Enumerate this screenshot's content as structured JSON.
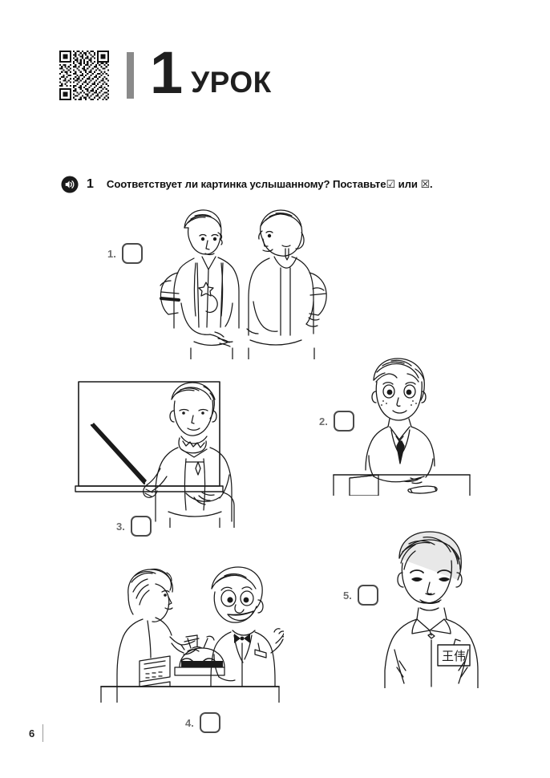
{
  "header": {
    "qr_code_label": "qr-code",
    "lesson_number": "1",
    "lesson_word": "УРОК"
  },
  "task": {
    "audio_icon": "speaker-icon",
    "number": "1",
    "text_before": "Соответствует ли картинка услышанному? Поставьте",
    "symbol_check": "☑",
    "conjunction": "или",
    "symbol_cross": "☒",
    "period": "."
  },
  "items": [
    {
      "id": "1",
      "label": "1.",
      "checkbox_state": "empty",
      "illustration": "two-boys-with-backpacks-shaking-hands"
    },
    {
      "id": "2",
      "label": "2.",
      "checkbox_state": "empty",
      "illustration": "boy-in-suit-at-desk-with-notebook-and-pen"
    },
    {
      "id": "3",
      "label": "3.",
      "checkbox_state": "empty",
      "illustration": "teacher-at-blackboard-with-pointer"
    },
    {
      "id": "4",
      "label": "4.",
      "checkbox_state": "empty",
      "illustration": "woman-and-shop-assistant-with-cake-at-counter"
    },
    {
      "id": "5",
      "label": "5.",
      "checkbox_state": "empty",
      "illustration": "boy-with-name-badge",
      "badge_text": "王伟"
    }
  ],
  "footer": {
    "page_number": "6"
  },
  "colors": {
    "ink": "#1f1f1f",
    "gray_bar": "#8a8a8a",
    "label_gray": "#6e6e6e",
    "checkbox_border": "#4a4a4a",
    "page_background": "#ffffff"
  }
}
